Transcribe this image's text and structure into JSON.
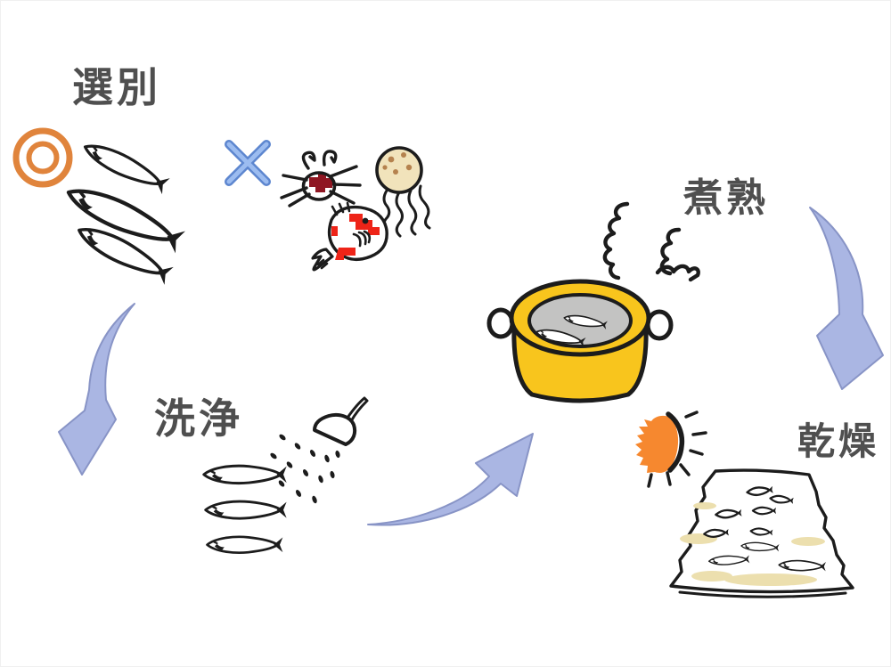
{
  "diagram": {
    "stages": {
      "sorting": {
        "label": "選別"
      },
      "washing": {
        "label": "洗浄"
      },
      "boiling": {
        "label": "煮熟"
      },
      "drying": {
        "label": "乾燥"
      }
    },
    "flow": [
      "sorting",
      "washing",
      "boiling",
      "drying"
    ],
    "marks": {
      "good": {
        "icon": "double-circle-icon",
        "symbol": "◎",
        "meaning": "accepted sardines"
      },
      "reject": {
        "icon": "cross-icon",
        "symbol": "×",
        "meaning": "rejected bycatch (crab, jellyfish, bream)"
      }
    },
    "icons": [
      "double-circle-icon",
      "cross-icon",
      "sardine-group-illustration",
      "crab-icon",
      "jellyfish-icon",
      "bream-icon",
      "shower-icon",
      "water-drops-icon",
      "pot-illustration",
      "steam-icon",
      "sun-icon",
      "drying-mat-illustration",
      "curved-arrow-icon"
    ],
    "colors": {
      "ink": "#1c1c1c",
      "label": "#4f4f4f",
      "arrow_fill": "#aab6e3",
      "arrow_stroke": "#8894c6",
      "ring_orange": "#e0843c",
      "sun_orange": "#f6882f",
      "cross_blue": "#5d86cf",
      "cross_blue_light": "#9cbcf0",
      "fish_blue": "#7e9dca",
      "pot_yellow": "#f8c51d",
      "water_gray": "#c3c3c2",
      "crab_red": "#8f1622",
      "bright_red": "#ee2418",
      "jelly_cream": "#f1e3bb",
      "jelly_spot": "#b5824e",
      "mat_tan": "#ecdfae"
    }
  }
}
